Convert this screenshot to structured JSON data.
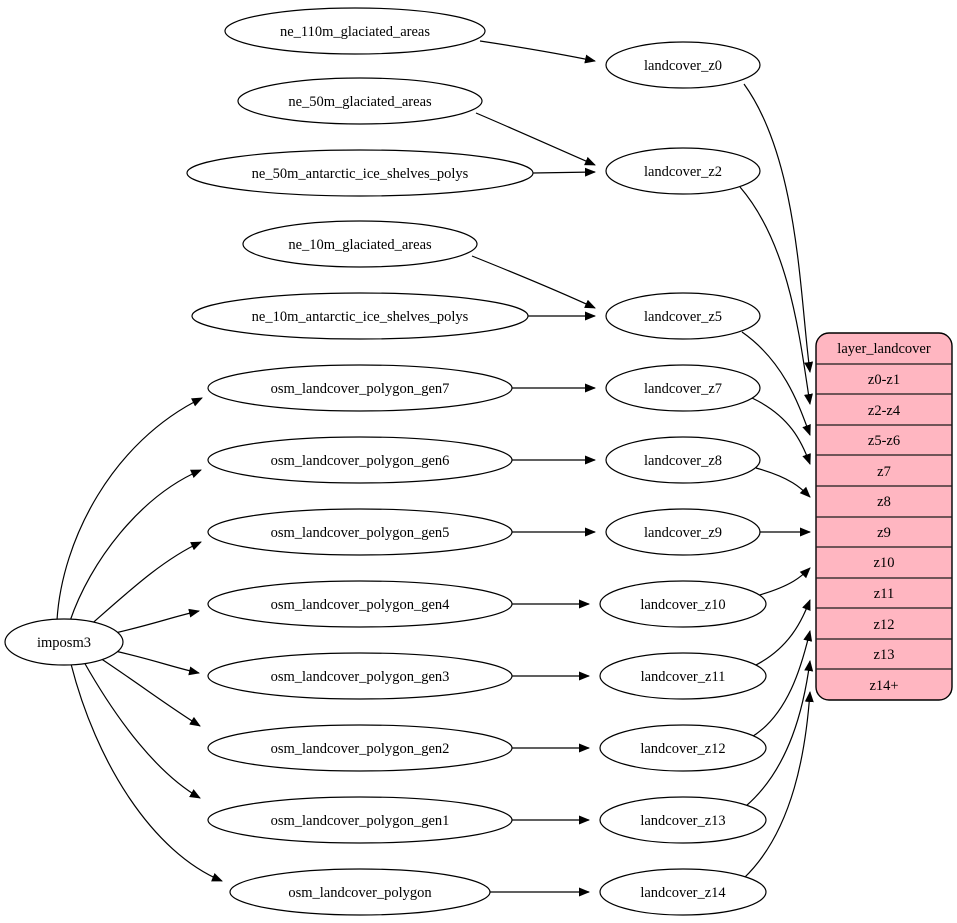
{
  "diagram": {
    "type": "dataflow-graph",
    "colors": {
      "background": "#ffffff",
      "node_fill": "#ffffff",
      "edge_stroke": "#000000",
      "table_fill": "#ffb6c1"
    }
  },
  "nodes": {
    "imposm3": {
      "label": "imposm3"
    },
    "ne_110m_glaciated_areas": {
      "label": "ne_110m_glaciated_areas"
    },
    "ne_50m_glaciated_areas": {
      "label": "ne_50m_glaciated_areas"
    },
    "ne_50m_antarctic_ice_shelves_polys": {
      "label": "ne_50m_antarctic_ice_shelves_polys"
    },
    "ne_10m_glaciated_areas": {
      "label": "ne_10m_glaciated_areas"
    },
    "ne_10m_antarctic_ice_shelves_polys": {
      "label": "ne_10m_antarctic_ice_shelves_polys"
    },
    "osm_landcover_polygon_gen7": {
      "label": "osm_landcover_polygon_gen7"
    },
    "osm_landcover_polygon_gen6": {
      "label": "osm_landcover_polygon_gen6"
    },
    "osm_landcover_polygon_gen5": {
      "label": "osm_landcover_polygon_gen5"
    },
    "osm_landcover_polygon_gen4": {
      "label": "osm_landcover_polygon_gen4"
    },
    "osm_landcover_polygon_gen3": {
      "label": "osm_landcover_polygon_gen3"
    },
    "osm_landcover_polygon_gen2": {
      "label": "osm_landcover_polygon_gen2"
    },
    "osm_landcover_polygon_gen1": {
      "label": "osm_landcover_polygon_gen1"
    },
    "osm_landcover_polygon": {
      "label": "osm_landcover_polygon"
    },
    "landcover_z0": {
      "label": "landcover_z0"
    },
    "landcover_z2": {
      "label": "landcover_z2"
    },
    "landcover_z5": {
      "label": "landcover_z5"
    },
    "landcover_z7": {
      "label": "landcover_z7"
    },
    "landcover_z8": {
      "label": "landcover_z8"
    },
    "landcover_z9": {
      "label": "landcover_z9"
    },
    "landcover_z10": {
      "label": "landcover_z10"
    },
    "landcover_z11": {
      "label": "landcover_z11"
    },
    "landcover_z12": {
      "label": "landcover_z12"
    },
    "landcover_z13": {
      "label": "landcover_z13"
    },
    "landcover_z14": {
      "label": "landcover_z14"
    }
  },
  "table": {
    "title": "layer_landcover",
    "rows": [
      "z0-z1",
      "z2-z4",
      "z5-z6",
      "z7",
      "z8",
      "z9",
      "z10",
      "z11",
      "z12",
      "z13",
      "z14+"
    ]
  },
  "edges": [
    {
      "from": "imposm3",
      "to": "osm_landcover_polygon_gen7"
    },
    {
      "from": "imposm3",
      "to": "osm_landcover_polygon_gen6"
    },
    {
      "from": "imposm3",
      "to": "osm_landcover_polygon_gen5"
    },
    {
      "from": "imposm3",
      "to": "osm_landcover_polygon_gen4"
    },
    {
      "from": "imposm3",
      "to": "osm_landcover_polygon_gen3"
    },
    {
      "from": "imposm3",
      "to": "osm_landcover_polygon_gen2"
    },
    {
      "from": "imposm3",
      "to": "osm_landcover_polygon_gen1"
    },
    {
      "from": "imposm3",
      "to": "osm_landcover_polygon"
    },
    {
      "from": "ne_110m_glaciated_areas",
      "to": "landcover_z0"
    },
    {
      "from": "ne_50m_glaciated_areas",
      "to": "landcover_z2"
    },
    {
      "from": "ne_50m_antarctic_ice_shelves_polys",
      "to": "landcover_z2"
    },
    {
      "from": "ne_10m_glaciated_areas",
      "to": "landcover_z5"
    },
    {
      "from": "ne_10m_antarctic_ice_shelves_polys",
      "to": "landcover_z5"
    },
    {
      "from": "osm_landcover_polygon_gen7",
      "to": "landcover_z7"
    },
    {
      "from": "osm_landcover_polygon_gen6",
      "to": "landcover_z8"
    },
    {
      "from": "osm_landcover_polygon_gen5",
      "to": "landcover_z9"
    },
    {
      "from": "osm_landcover_polygon_gen4",
      "to": "landcover_z10"
    },
    {
      "from": "osm_landcover_polygon_gen3",
      "to": "landcover_z11"
    },
    {
      "from": "osm_landcover_polygon_gen2",
      "to": "landcover_z12"
    },
    {
      "from": "osm_landcover_polygon_gen1",
      "to": "landcover_z13"
    },
    {
      "from": "osm_landcover_polygon",
      "to": "landcover_z14"
    },
    {
      "from": "landcover_z0",
      "to": "layer_landcover:z0-z1"
    },
    {
      "from": "landcover_z2",
      "to": "layer_landcover:z2-z4"
    },
    {
      "from": "landcover_z5",
      "to": "layer_landcover:z5-z6"
    },
    {
      "from": "landcover_z7",
      "to": "layer_landcover:z7"
    },
    {
      "from": "landcover_z8",
      "to": "layer_landcover:z8"
    },
    {
      "from": "landcover_z9",
      "to": "layer_landcover:z9"
    },
    {
      "from": "landcover_z10",
      "to": "layer_landcover:z10"
    },
    {
      "from": "landcover_z11",
      "to": "layer_landcover:z11"
    },
    {
      "from": "landcover_z12",
      "to": "layer_landcover:z12"
    },
    {
      "from": "landcover_z13",
      "to": "layer_landcover:z13"
    },
    {
      "from": "landcover_z14",
      "to": "layer_landcover:z14+"
    }
  ]
}
